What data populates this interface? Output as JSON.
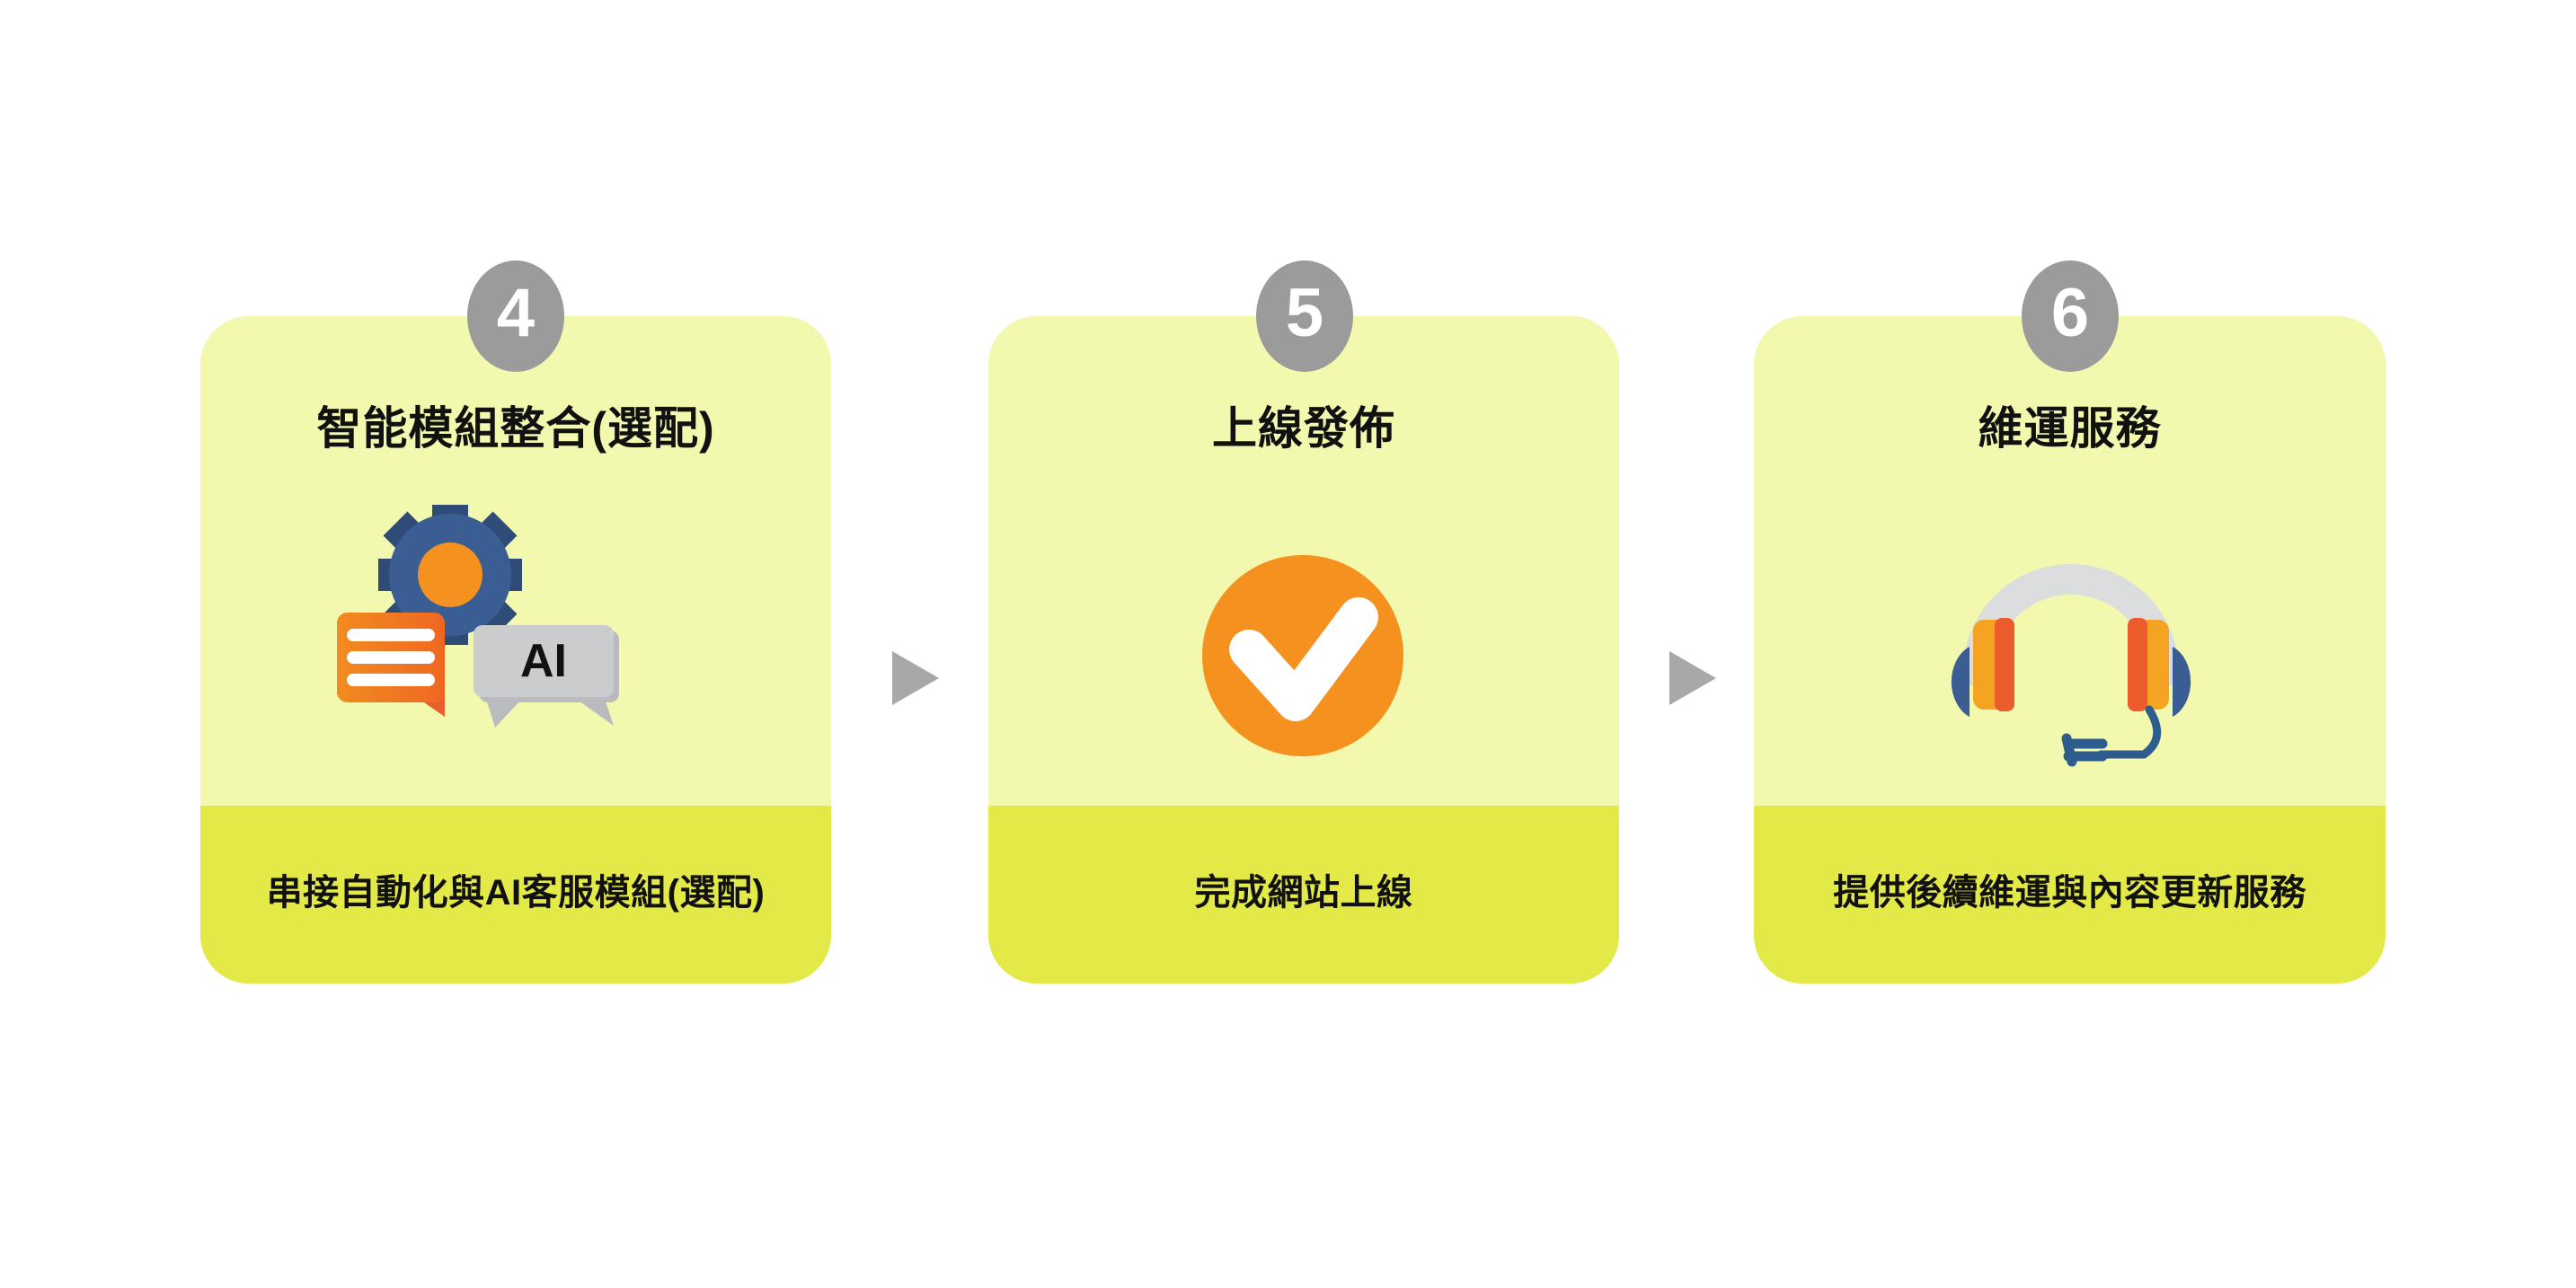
{
  "page": {
    "background_color": "#ffffff",
    "layout": "three-step process flow, left to right"
  },
  "theme": {
    "card_top_color": "#f2f8ad",
    "card_bottom_color": "#e3e946",
    "badge_color": "#9b9b9b",
    "badge_text_color": "#ffffff",
    "text_color": "#111111",
    "arrow_color": "#a8a8a8",
    "accent_orange": "#f5911e",
    "accent_blue": "#3a5d94",
    "accent_grey": "#c9cacc"
  },
  "steps": [
    {
      "number": "4",
      "title": "智能模組整合(選配)",
      "caption": "串接自動化與AI客服模組(選配)",
      "icon": "gear-chat-ai-icon",
      "icon_label": "AI"
    },
    {
      "number": "5",
      "title": "上線發佈",
      "caption": "完成網站上線",
      "icon": "check-circle-icon"
    },
    {
      "number": "6",
      "title": "維運服務",
      "caption": "提供後續維運與內容更新服務",
      "icon": "headset-icon"
    }
  ],
  "connectors": [
    {
      "name": "arrow-step4-to-step5",
      "glyph": "▶"
    },
    {
      "name": "arrow-step5-to-step6",
      "glyph": "▶"
    }
  ]
}
